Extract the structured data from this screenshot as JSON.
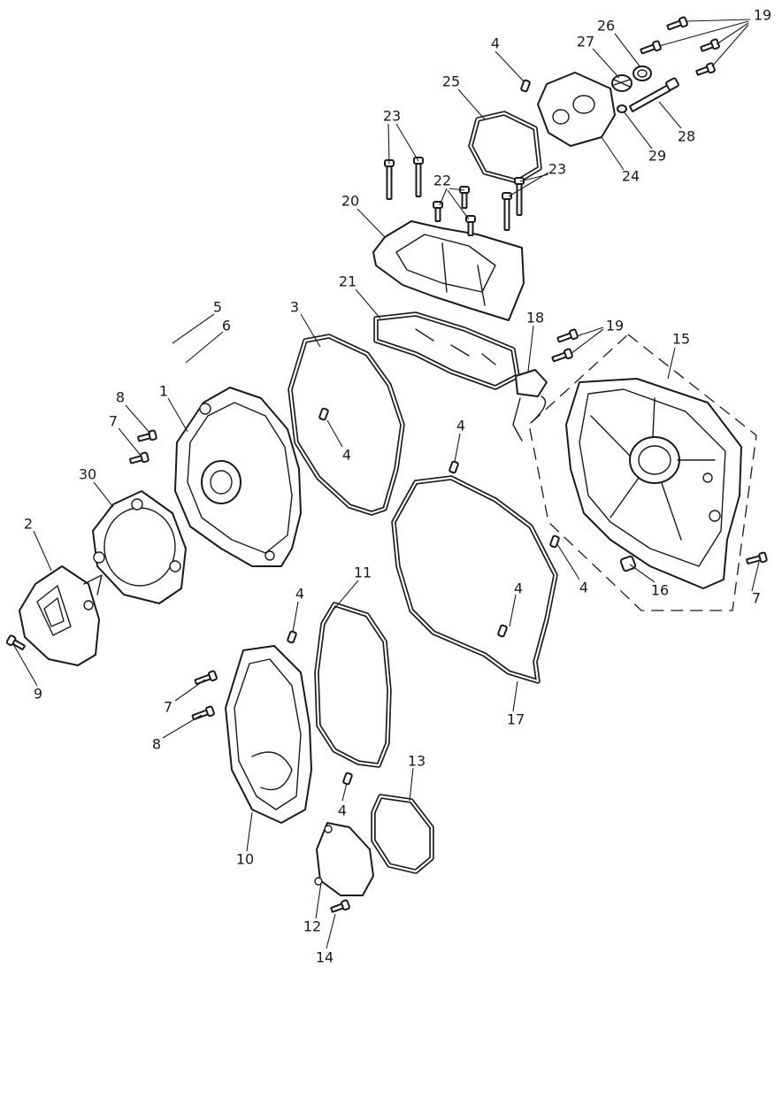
{
  "callouts": [
    "1",
    "2",
    "3",
    "4",
    "5",
    "6",
    "7",
    "8",
    "9",
    "10",
    "11",
    "12",
    "13",
    "14",
    "15",
    "16",
    "17",
    "18",
    "19",
    "20",
    "21",
    "22",
    "23",
    "24",
    "25",
    "26",
    "27",
    "28",
    "29",
    "30"
  ],
  "colors": {
    "line": "#1a1a1a",
    "background": "#ffffff"
  }
}
